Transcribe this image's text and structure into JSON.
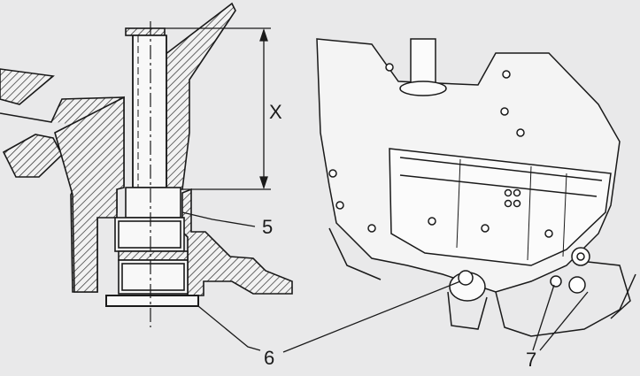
{
  "figure": {
    "dimension_label": "X",
    "callouts": {
      "c5": "5",
      "c6": "6",
      "c7": "7"
    },
    "colors": {
      "paper": "#e9e9ea",
      "ink": "#1a1a1a",
      "hatch": "#2a2a2a"
    }
  }
}
